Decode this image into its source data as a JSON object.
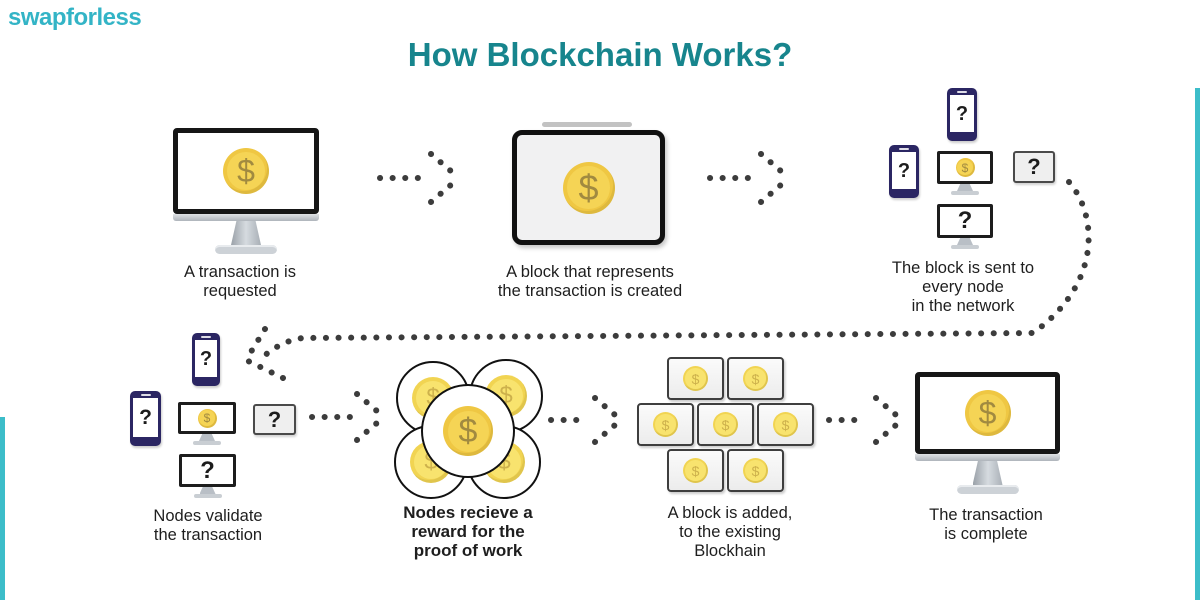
{
  "page": {
    "background": "#ffffff",
    "edge_bar_color": "#3cbdc9"
  },
  "logo": {
    "text": "swapforless",
    "color": "#33b4c6"
  },
  "title": {
    "text": "How Blockchain Works?",
    "color": "#17858d"
  },
  "symbols": {
    "question_mark": "?",
    "dollar_sign": "$"
  },
  "steps": [
    {
      "name": "transaction-requested",
      "caption": "A transaction is\nrequested"
    },
    {
      "name": "block-created",
      "caption": "A block that represents\nthe transaction is created"
    },
    {
      "name": "block-sent-to-nodes",
      "caption": "The block is sent to\nevery node\nin the network"
    },
    {
      "name": "nodes-validate",
      "caption": "Nodes validate\nthe transaction"
    },
    {
      "name": "nodes-reward",
      "caption": "Nodes recieve a\nreward for the\nproof of work"
    },
    {
      "name": "block-added",
      "caption": "A block is added,\nto the existing\nBlockhain"
    },
    {
      "name": "transaction-complete",
      "caption": "The transaction\nis complete"
    }
  ],
  "colors": {
    "coin_gold": "#efc743",
    "coin_gold_light": "#f5d455",
    "coin_pale": "#f1d452",
    "dollar_sign": "#a18a40",
    "arrow_dots": "#3c3c3c",
    "phone_body": "#2b2663",
    "caption_text": "#1e1e1e"
  }
}
